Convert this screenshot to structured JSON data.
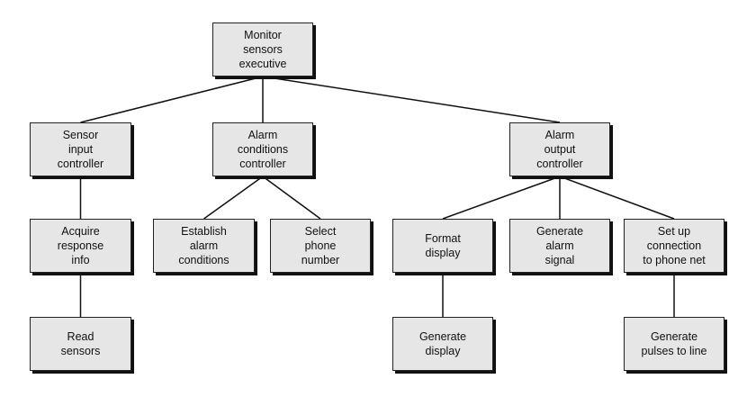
{
  "diagram": {
    "nodes": {
      "monitor": "Monitor\nsensors\nexecutive",
      "sensor_input": "Sensor\ninput\ncontroller",
      "alarm_conditions": "Alarm\nconditions\ncontroller",
      "alarm_output": "Alarm\noutput\ncontroller",
      "acquire_response": "Acquire\nresponse\ninfo",
      "establish_alarm": "Establish\nalarm\nconditions",
      "select_phone": "Select\nphone\nnumber",
      "format_display": "Format\ndisplay",
      "generate_alarm": "Generate\nalarm\nsignal",
      "setup_connection": "Set up\nconnection\nto phone net",
      "read_sensors": "Read\nsensors",
      "generate_display": "Generate\ndisplay",
      "generate_pulses": "Generate\npulses to line"
    },
    "edges": [
      [
        "monitor",
        "sensor_input"
      ],
      [
        "monitor",
        "alarm_conditions"
      ],
      [
        "monitor",
        "alarm_output"
      ],
      [
        "sensor_input",
        "acquire_response"
      ],
      [
        "acquire_response",
        "read_sensors"
      ],
      [
        "alarm_conditions",
        "establish_alarm"
      ],
      [
        "alarm_conditions",
        "select_phone"
      ],
      [
        "alarm_output",
        "format_display"
      ],
      [
        "alarm_output",
        "generate_alarm"
      ],
      [
        "alarm_output",
        "setup_connection"
      ],
      [
        "format_display",
        "generate_display"
      ],
      [
        "setup_connection",
        "generate_pulses"
      ]
    ]
  }
}
